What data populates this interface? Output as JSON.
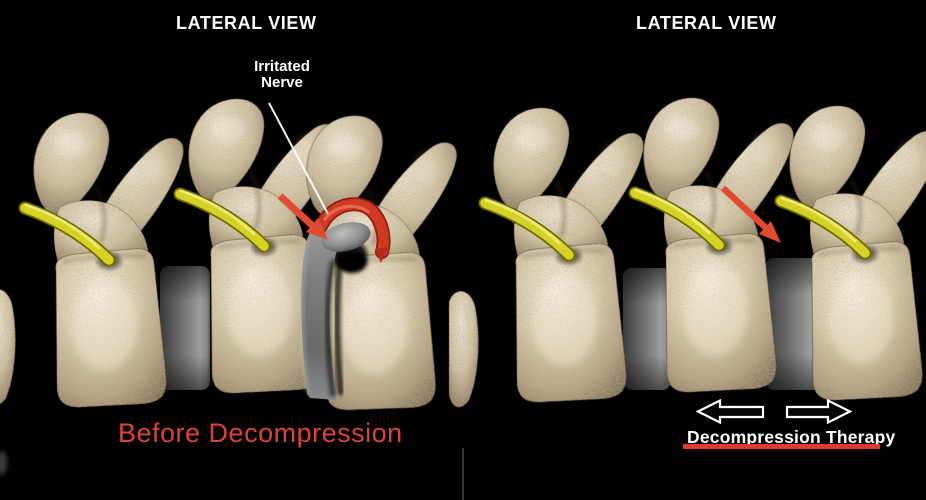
{
  "left_panel": {
    "title": "LATERAL VIEW",
    "nerve_label": "Irritated\nNerve",
    "caption": "Before Decompression"
  },
  "right_panel": {
    "title": "LATERAL VIEW",
    "caption": "Decompression Therapy"
  },
  "icons": {
    "compression_arrow_left_panel": "red-diagonal-arrow",
    "decompression_arrow_right_panel": "red-diagonal-arrow",
    "nerve_pointer": "white-pointer-line",
    "traction_left": "outline-arrow-left",
    "traction_right": "outline-arrow-right",
    "caption_underline": "red-underline-bar"
  },
  "colors": {
    "background": "#000000",
    "bone": "#d6c9ab",
    "bone_shadow": "#80705a",
    "nerve_yellow": "#d6d126",
    "irritated_nerve_red": "#ce3a24",
    "arrow_red": "#e04a30",
    "disc_gray": "#9b9b9b",
    "caption_red": "#dc4337",
    "underline_red": "#e23b2e",
    "text_white": "#ffffff"
  }
}
